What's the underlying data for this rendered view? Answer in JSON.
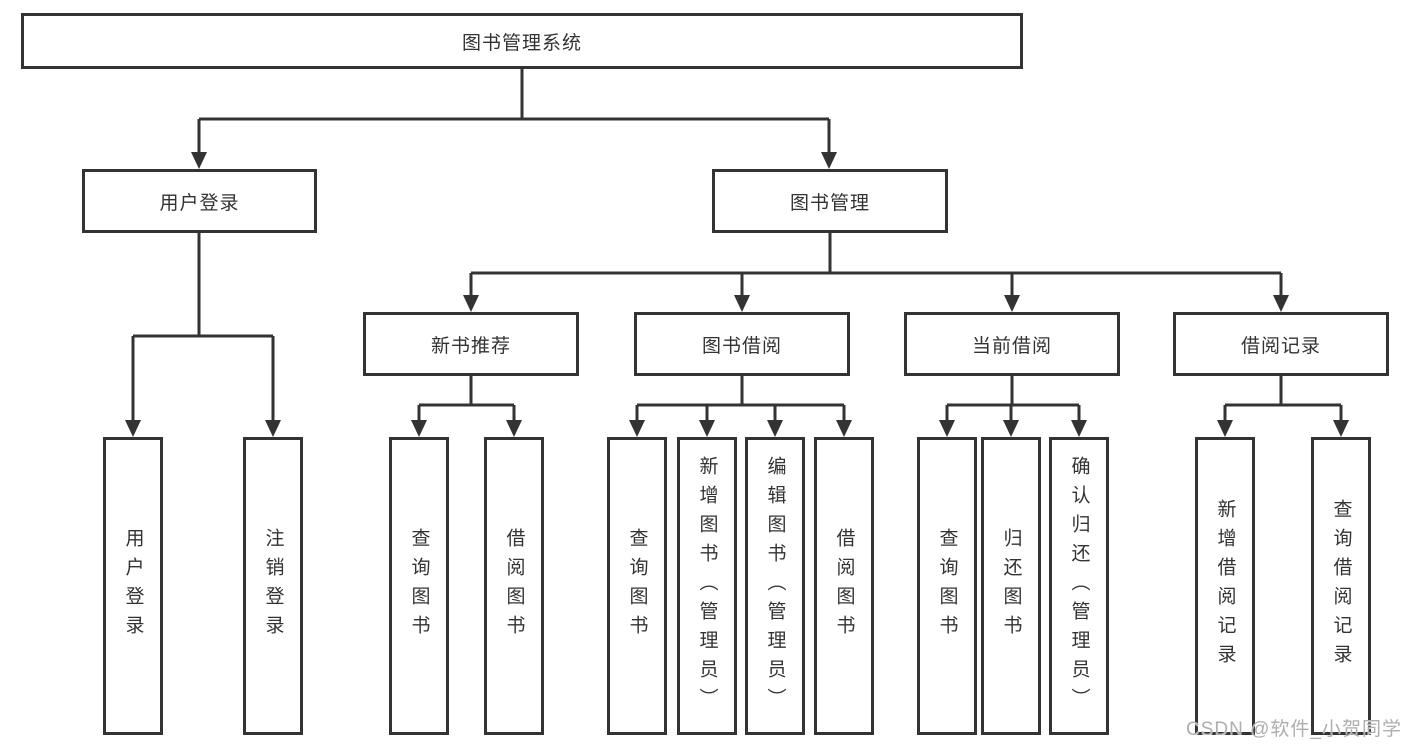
{
  "tree": {
    "label": "图书管理系统",
    "children": [
      {
        "label": "用户登录",
        "children": [
          {
            "label": "用户登录"
          },
          {
            "label": "注销登录"
          }
        ]
      },
      {
        "label": "图书管理",
        "children": [
          {
            "label": "新书推荐",
            "children": [
              {
                "label": "查询图书"
              },
              {
                "label": "借阅图书"
              }
            ]
          },
          {
            "label": "图书借阅",
            "children": [
              {
                "label": "查询图书"
              },
              {
                "label": "新增图书（管理员）"
              },
              {
                "label": "编辑图书（管理员）"
              },
              {
                "label": "借阅图书"
              }
            ]
          },
          {
            "label": "当前借阅",
            "children": [
              {
                "label": "查询图书"
              },
              {
                "label": "归还图书"
              },
              {
                "label": "确认归还（管理员）"
              }
            ]
          },
          {
            "label": "借阅记录",
            "children": [
              {
                "label": "新增借阅记录"
              },
              {
                "label": "查询借阅记录"
              }
            ]
          }
        ]
      }
    ]
  },
  "watermark": "CSDN @软件_小贺同学",
  "colors": {
    "line": "#333333",
    "text": "#333333",
    "box_border": "#333333",
    "background": "#ffffff",
    "watermark": "#aeaeae"
  }
}
